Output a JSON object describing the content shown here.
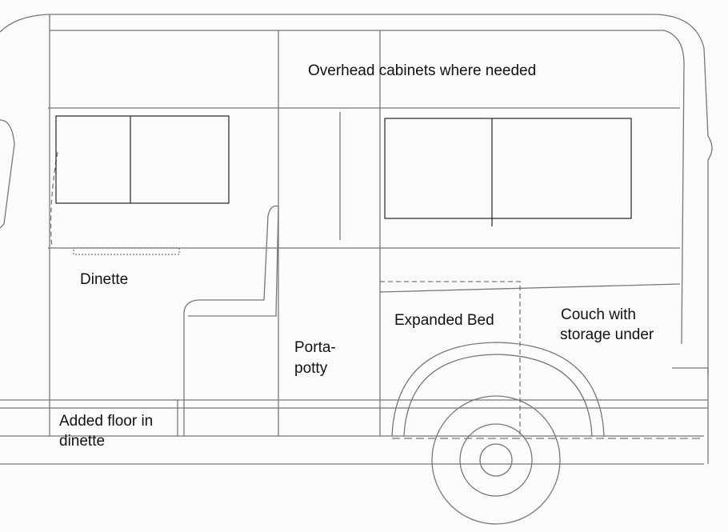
{
  "labels": {
    "overhead": "Overhead cabinets where needed",
    "dinette": "Dinette",
    "expanded_bed": "Expanded Bed",
    "couch_line1": "Couch with",
    "couch_line2": "storage under",
    "porta_line1": "Porta-",
    "porta_line2": "potty",
    "floor_line1": "Added floor in",
    "floor_line2": "dinette"
  },
  "colors": {
    "sketch_line": "#6f6f6f",
    "ink": "#111111",
    "paper": "#fbfbfa"
  }
}
